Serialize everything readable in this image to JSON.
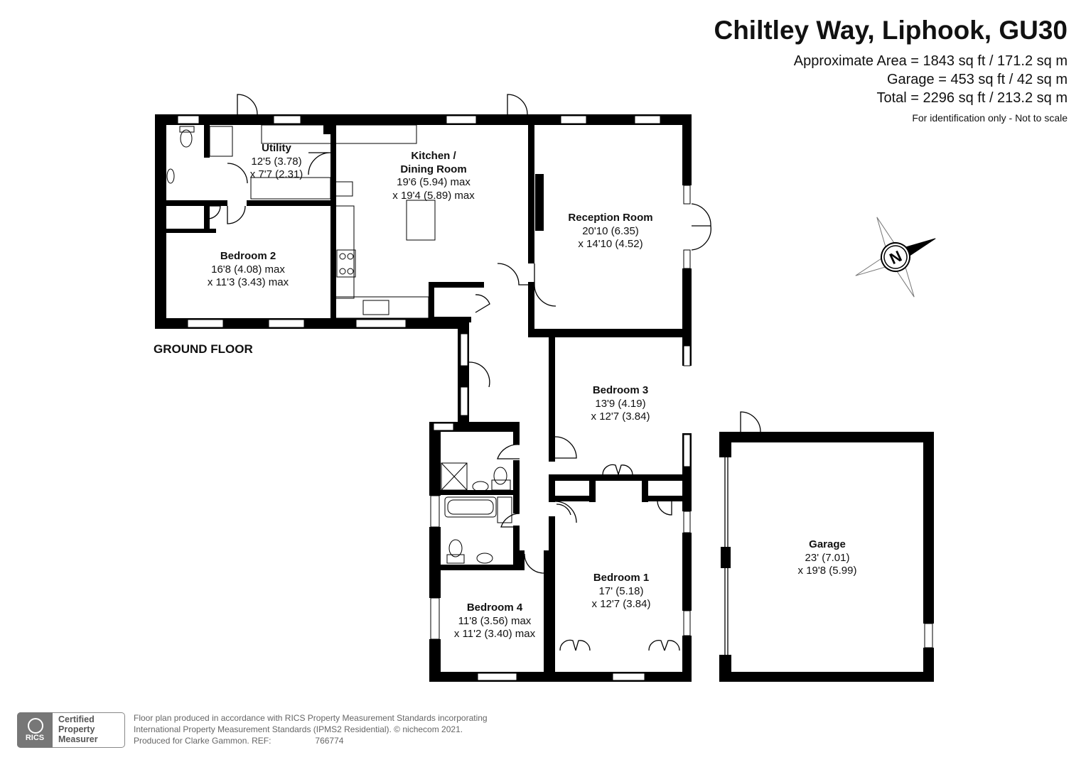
{
  "header": {
    "title": "Chiltley Way, Liphook, GU30",
    "area_lines": [
      "Approximate Area = 1843 sq ft / 171.2 sq m",
      "Garage = 453 sq ft / 42 sq m",
      "Total = 2296 sq ft / 213.2 sq m"
    ],
    "note": "For identification only - Not to scale"
  },
  "floor_label": "GROUND FLOOR",
  "rooms": {
    "utility": {
      "name": "Utility",
      "dim1": "12'5 (3.78)",
      "dim2": "x 7'7 (2.31)"
    },
    "kitchen": {
      "name1": "Kitchen /",
      "name2": "Dining Room",
      "dim1": "19'6 (5.94) max",
      "dim2": "x 19'4 (5.89) max"
    },
    "reception": {
      "name": "Reception Room",
      "dim1": "20'10 (6.35)",
      "dim2": "x 14'10 (4.52)"
    },
    "bedroom2": {
      "name": "Bedroom 2",
      "dim1": "16'8 (4.08) max",
      "dim2": "x 11'3 (3.43) max"
    },
    "bedroom3": {
      "name": "Bedroom 3",
      "dim1": "13'9 (4.19)",
      "dim2": "x 12'7 (3.84)"
    },
    "bedroom1": {
      "name": "Bedroom 1",
      "dim1": "17' (5.18)",
      "dim2": "x 12'7 (3.84)"
    },
    "bedroom4": {
      "name": "Bedroom 4",
      "dim1": "11'8 (3.56) max",
      "dim2": "x 11'2 (3.40) max"
    },
    "garage": {
      "name": "Garage",
      "dim1": "23' (7.01)",
      "dim2": "x 19'8 (5.99)"
    }
  },
  "compass": {
    "letter": "N"
  },
  "badge": {
    "logo_text": "RICS",
    "line1": "Certified",
    "line2": "Property",
    "line3": "Measurer"
  },
  "footer": {
    "line1": "Floor plan produced in accordance with RICS Property Measurement Standards incorporating",
    "line2": "International Property Measurement Standards (IPMS2 Residential).  © nichecom 2021.",
    "line3": "Produced for Clarke Gammon.   REF:",
    "ref": "766774"
  },
  "colors": {
    "wall": "#000000",
    "fixture": "#555555",
    "muted": "#666666"
  }
}
